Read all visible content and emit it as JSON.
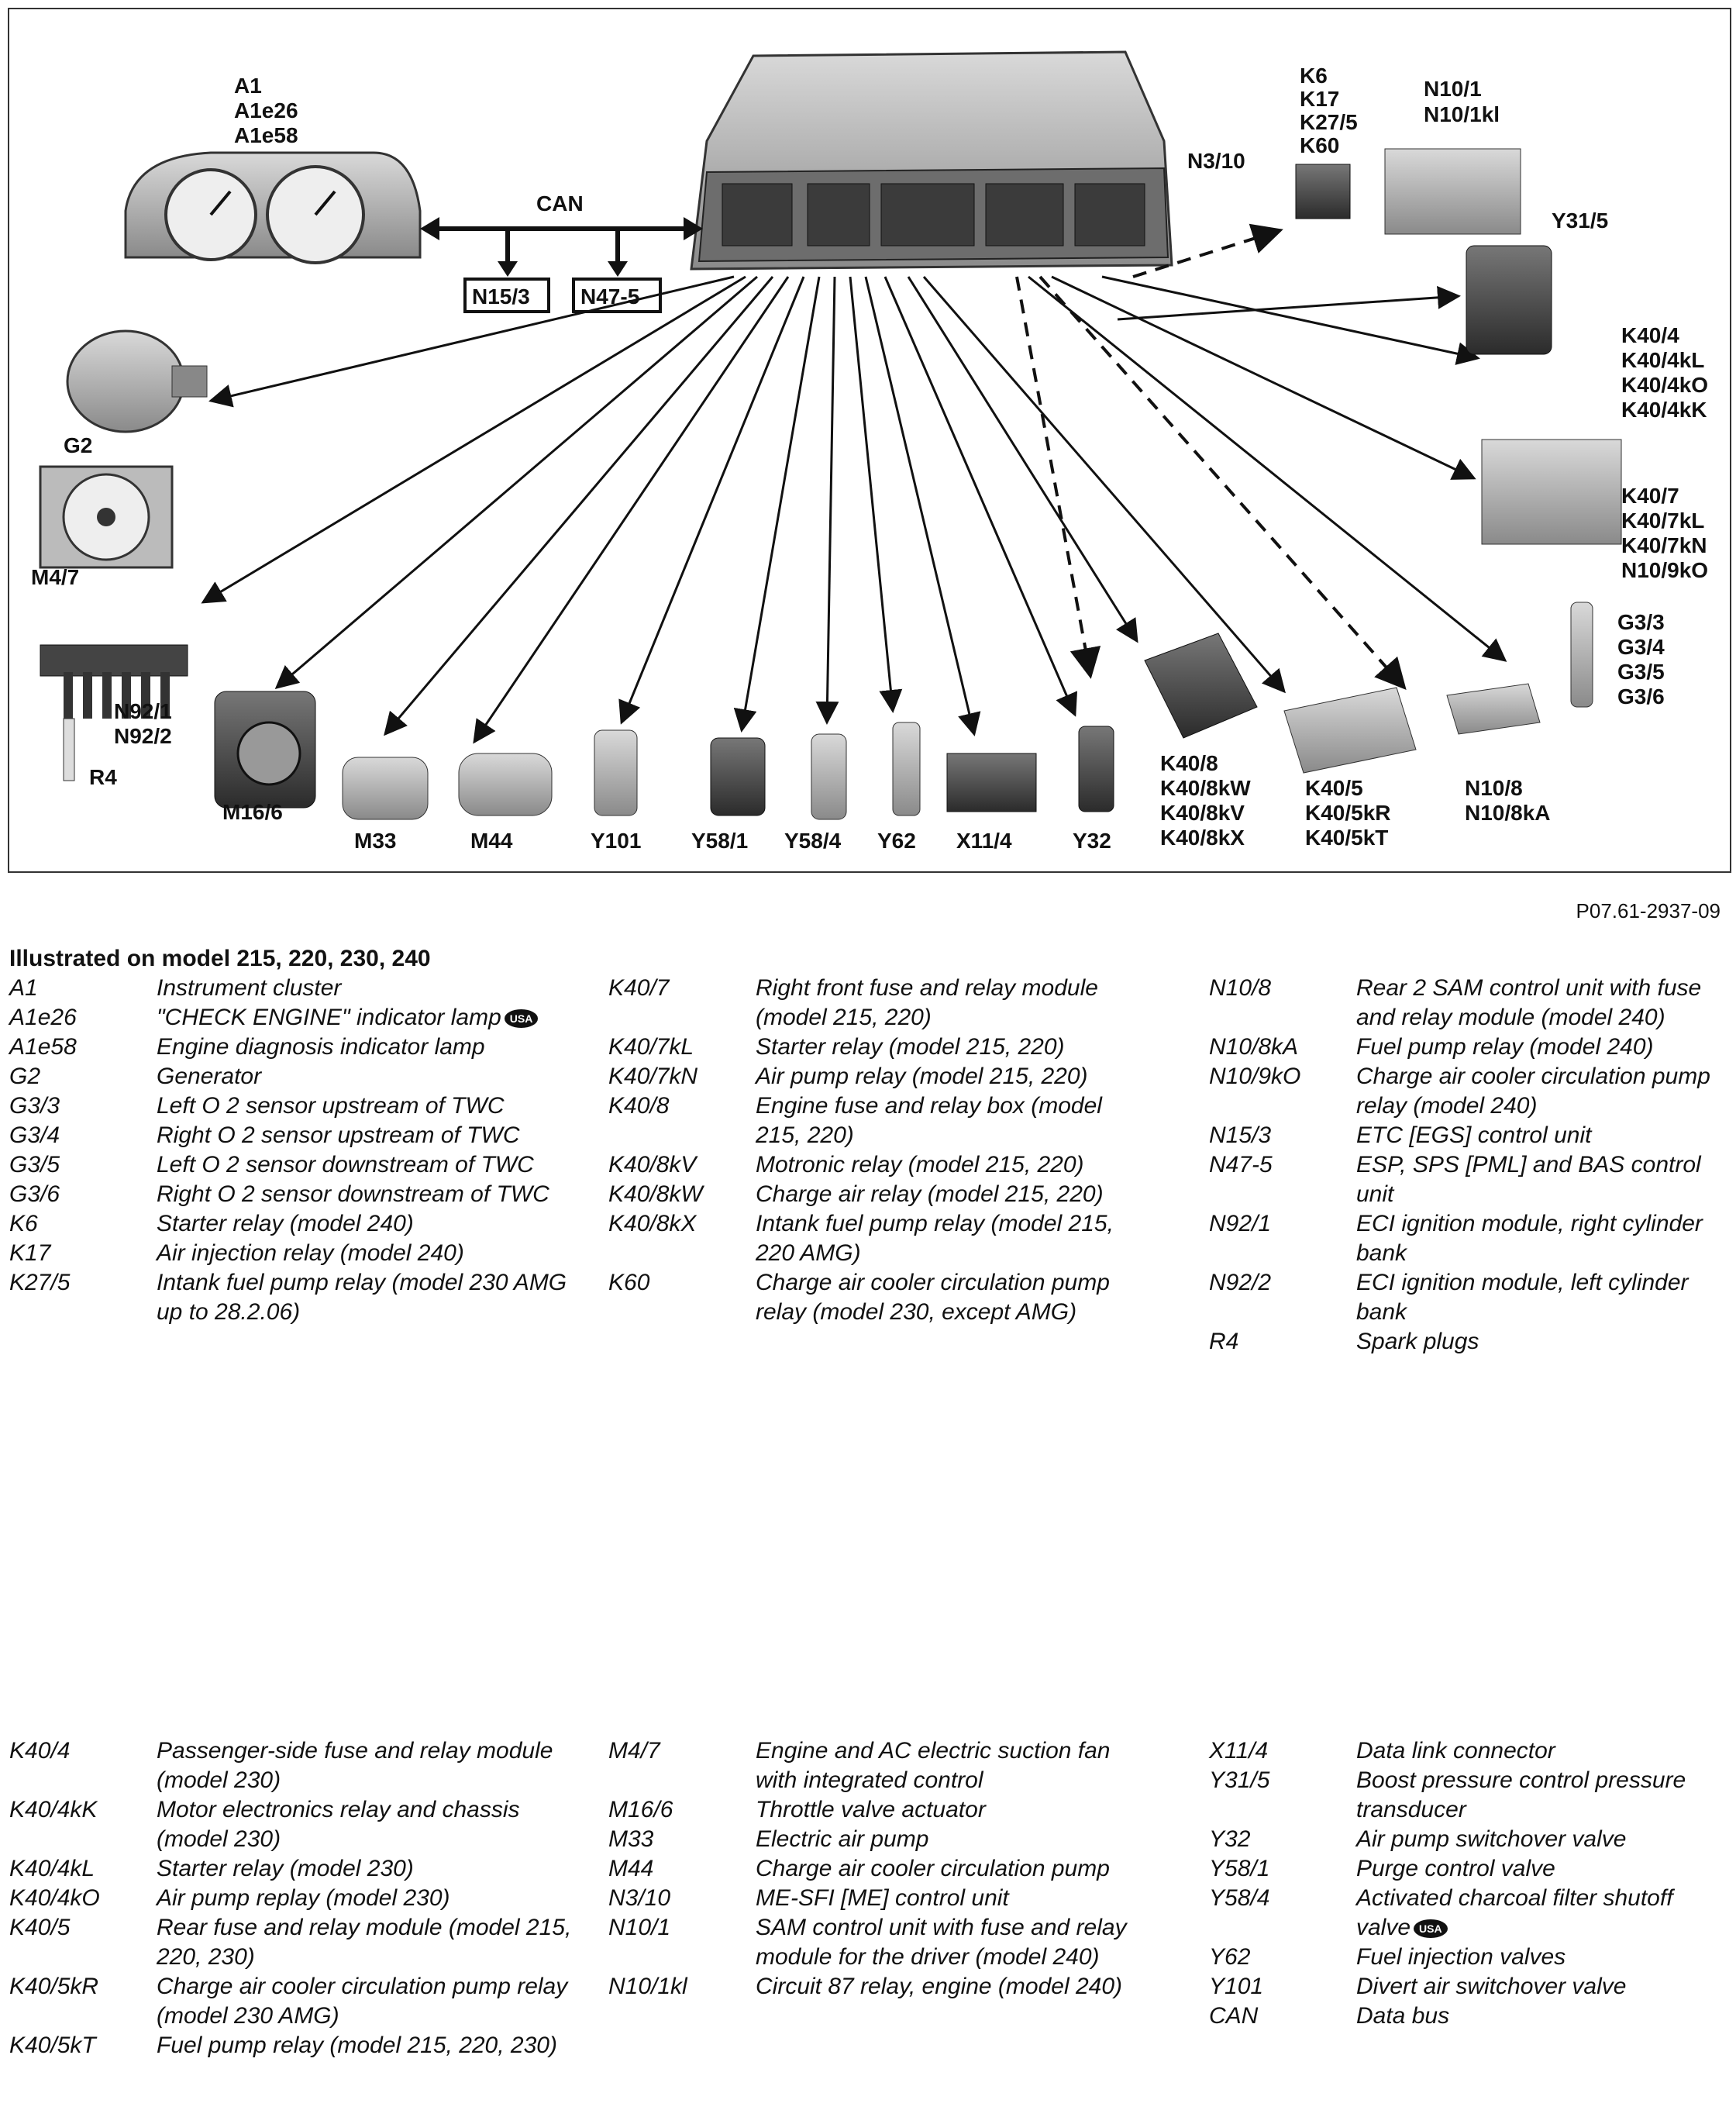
{
  "diagram": {
    "labels": {
      "A1_group": [
        "A1",
        "A1e26",
        "A1e58"
      ],
      "can": "CAN",
      "n15_3": "N15/3",
      "n47_5": "N47-5",
      "n3_10": "N3/10",
      "k6_group": [
        "K6",
        "K17",
        "K27/5",
        "K60"
      ],
      "n10_1_group": [
        "N10/1",
        "N10/1kl"
      ],
      "y31_5": "Y31/5",
      "k40_4_group": [
        "K40/4",
        "K40/4kL",
        "K40/4kO",
        "K40/4kK"
      ],
      "k40_7_group": [
        "K40/7",
        "K40/7kL",
        "K40/7kN",
        "N10/9kO"
      ],
      "g3_group": [
        "G3/3",
        "G3/4",
        "G3/5",
        "G3/6"
      ],
      "g2": "G2",
      "m4_7": "M4/7",
      "n92_group": [
        "N92/1",
        "N92/2"
      ],
      "r4": "R4",
      "m16_6": "M16/6",
      "m33": "M33",
      "m44": "M44",
      "y101": "Y101",
      "y58_1": "Y58/1",
      "y58_4": "Y58/4",
      "y62": "Y62",
      "x11_4": "X11/4",
      "y32": "Y32",
      "k40_8_group": [
        "K40/8",
        "K40/8kW",
        "K40/8kV",
        "K40/8kX"
      ],
      "k40_5_group": [
        "K40/5",
        "K40/5kR",
        "K40/5kT"
      ],
      "n10_8_group": [
        "N10/8",
        "N10/8kA"
      ]
    }
  },
  "reference": "P07.61-2937-09",
  "legend_title": "Illustrated on model 215, 220, 230, 240",
  "section1": {
    "col1": [
      {
        "code": "A1",
        "desc": "Instrument cluster"
      },
      {
        "code": "A1e26",
        "desc": "\"CHECK ENGINE\" indicator lamp",
        "usa": true
      },
      {
        "code": "A1e58",
        "desc": "Engine diagnosis indicator lamp"
      },
      {
        "code": "G2",
        "desc": "Generator"
      },
      {
        "code": "G3/3",
        "desc": "Left O 2 sensor upstream of TWC"
      },
      {
        "code": "G3/4",
        "desc": "Right O 2 sensor upstream of TWC"
      },
      {
        "code": "G3/5",
        "desc": "Left O 2 sensor downstream of TWC"
      },
      {
        "code": "G3/6",
        "desc": "Right O 2 sensor downstream of TWC"
      },
      {
        "code": "K6",
        "desc": "Starter relay (model 240)"
      },
      {
        "code": "K17",
        "desc": "Air injection relay (model 240)"
      },
      {
        "code": "K27/5",
        "desc": "Intank fuel pump relay (model 230 AMG up to 28.2.06)"
      }
    ],
    "col2": [
      {
        "code": "K40/7",
        "desc": "Right front fuse and relay module (model 215, 220)"
      },
      {
        "code": "K40/7kL",
        "desc": "Starter relay (model 215, 220)"
      },
      {
        "code": "K40/7kN",
        "desc": "Air pump relay (model 215, 220)"
      },
      {
        "code": "K40/8",
        "desc": "Engine fuse and relay box (model 215, 220)"
      },
      {
        "code": "K40/8kV",
        "desc": "Motronic relay (model 215, 220)"
      },
      {
        "code": "K40/8kW",
        "desc": "Charge air relay (model 215, 220)"
      },
      {
        "code": "K40/8kX",
        "desc": "Intank fuel pump relay (model 215, 220 AMG)"
      },
      {
        "code": "K60",
        "desc": "Charge air cooler circulation pump relay (model 230, except AMG)"
      }
    ],
    "col3": [
      {
        "code": "N10/8",
        "desc": "Rear 2 SAM control unit with fuse and relay module (model 240)"
      },
      {
        "code": "N10/8kA",
        "desc": "Fuel pump relay (model 240)"
      },
      {
        "code": "N10/9kO",
        "desc": "Charge air cooler circulation pump relay (model 240)"
      },
      {
        "code": "N15/3",
        "desc": "ETC [EGS] control unit"
      },
      {
        "code": "N47-5",
        "desc": "ESP, SPS [PML] and BAS control unit"
      },
      {
        "code": "N92/1",
        "desc": "ECI ignition module, right cylinder bank"
      },
      {
        "code": "N92/2",
        "desc": "ECI ignition module, left cylinder bank"
      },
      {
        "code": "R4",
        "desc": "Spark plugs"
      }
    ]
  },
  "section2": {
    "col1": [
      {
        "code": "K40/4",
        "desc": "Passenger-side fuse and relay module (model 230)"
      },
      {
        "code": "K40/4kK",
        "desc": "Motor electronics relay and chassis (model 230)"
      },
      {
        "code": "K40/4kL",
        "desc": "Starter relay (model 230)"
      },
      {
        "code": "K40/4kO",
        "desc": "Air pump replay (model 230)"
      },
      {
        "code": "K40/5",
        "desc": "Rear fuse and relay module (model 215, 220, 230)"
      },
      {
        "code": "K40/5kR",
        "desc": "Charge air cooler circulation pump relay (model 230 AMG)"
      },
      {
        "code": "K40/5kT",
        "desc": "Fuel pump relay (model 215, 220, 230)"
      }
    ],
    "col2": [
      {
        "code": "M4/7",
        "desc": "Engine and AC electric suction fan with integrated control"
      },
      {
        "code": "M16/6",
        "desc": "Throttle valve actuator"
      },
      {
        "code": "M33",
        "desc": "Electric air pump"
      },
      {
        "code": "M44",
        "desc": "Charge air cooler circulation pump"
      },
      {
        "code": "N3/10",
        "desc": "ME-SFI [ME] control unit"
      },
      {
        "code": "N10/1",
        "desc": "SAM control unit with fuse and relay module for the driver (model 240)"
      },
      {
        "code": "N10/1kl",
        "desc": "Circuit 87 relay, engine (model 240)"
      }
    ],
    "col3": [
      {
        "code": "X11/4",
        "desc": "Data link connector"
      },
      {
        "code": "Y31/5",
        "desc": "Boost pressure control pressure transducer"
      },
      {
        "code": "Y32",
        "desc": "Air pump switchover valve"
      },
      {
        "code": "Y58/1",
        "desc": "Purge control valve"
      },
      {
        "code": "Y58/4",
        "desc": "Activated charcoal filter shutoff valve",
        "usa": true
      },
      {
        "code": "Y62",
        "desc": "Fuel injection valves"
      },
      {
        "code": "Y101",
        "desc": "Divert air switchover valve"
      },
      {
        "code": "CAN",
        "desc": "Data bus"
      }
    ]
  },
  "usa_badge": "USA"
}
